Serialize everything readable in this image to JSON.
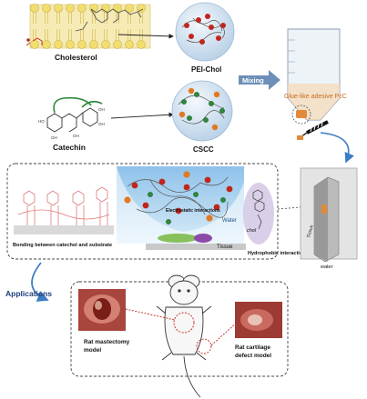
{
  "labels": {
    "cholesterol": "Cholesterol",
    "pei_chol": "PEI-Chol",
    "catechin": "Catechin",
    "cscc": "CSCC",
    "mixing": "Mixing",
    "glue": "Glue-like adesive PcC",
    "bonding": "Bonding between catechol and substrate",
    "electrostatic": "Electrostatic interactions",
    "water_mid": "Water",
    "tissue_mid": "Tissue",
    "chol": "chol",
    "hydrophobic": "Hydrophobic interactions",
    "tissue_right": "Tissue",
    "water_right": "water",
    "applications": "Applications",
    "rat_mastectomy": "Rat mastectomy model",
    "rat_cartilage": "Rat cartilage defect model"
  },
  "colors": {
    "pei_red": "#c0261d",
    "catechin_green": "#2c8a3a",
    "cscc_orange": "#e07a22",
    "bilayer_yellow": "#f2de6e",
    "sphere_blue": "#cfe1f0",
    "arrow_blue": "#3d7cc2",
    "tissue_red": "#b8322a",
    "glue_orange": "#e08a3a"
  },
  "icons": [
    "lipid-bilayer-icon",
    "cholesterol-structure-icon",
    "catechin-structure-icon",
    "pei-chol-sphere-icon",
    "cscc-sphere-icon",
    "tube-icon",
    "syringe-icon",
    "adhesion-test-icon",
    "rat-icon",
    "wound-photo-icon"
  ]
}
